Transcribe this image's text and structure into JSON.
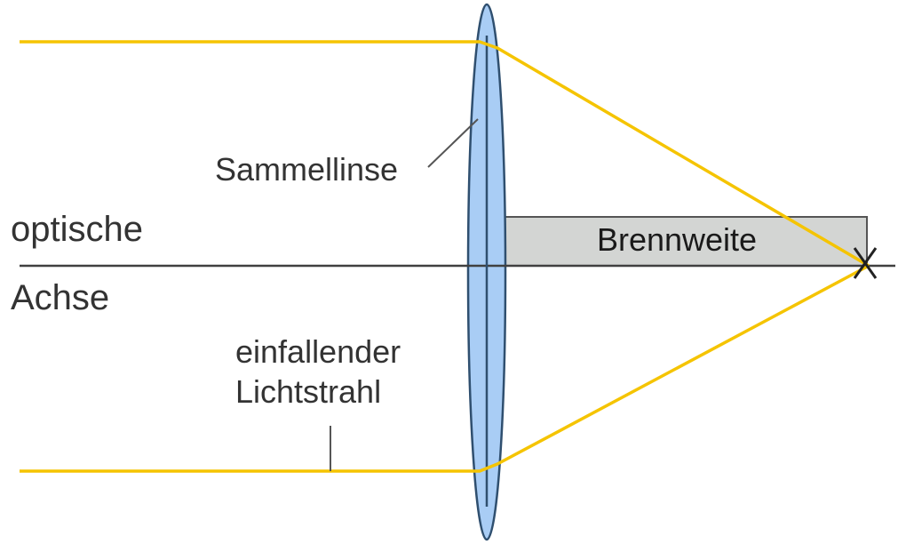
{
  "labels": {
    "lens": "Sammellinse",
    "axis_line1": "optische",
    "axis_line2": "Achse",
    "ray_line1": "einfallender",
    "ray_line2": "Lichtstrahl",
    "focal_length": "Brennweite"
  },
  "colors": {
    "ray": "#f5c400",
    "lens_fill": "#a9cdf5",
    "lens_stroke": "#2f4f6f",
    "axis": "#404040",
    "focal_box_fill": "#d3d5d3",
    "focal_box_stroke": "#555555",
    "leader": "#555555",
    "focal_mark": "#222222"
  },
  "icons": {
    "focal_point": "x-mark"
  }
}
